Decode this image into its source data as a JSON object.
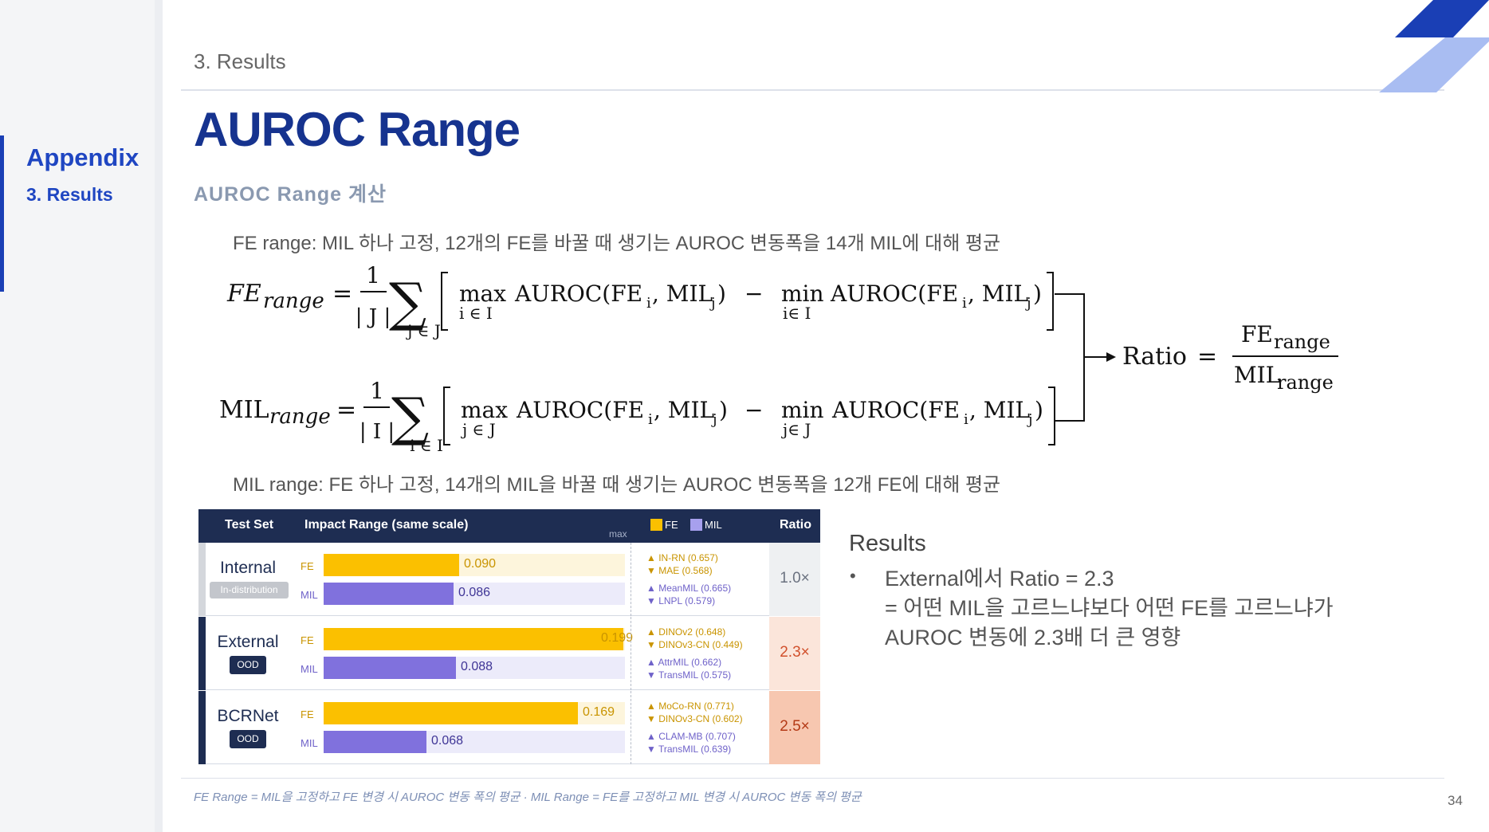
{
  "sidebar": {
    "title": "Appendix",
    "subtitle": "3. Results"
  },
  "header": {
    "section": "3. Results",
    "title": "AUROC Range",
    "subtitle": "AUROC Range 계산"
  },
  "colors": {
    "navy": "#1e2d52",
    "accent_blue": "#1f46c2",
    "fe": "#fbc000",
    "mil": "#8071dd",
    "lane_fe": "#fdf5dc",
    "lane_mil": "#ecebfa"
  },
  "descriptions": {
    "fe": "FE range: MIL 하나 고정, 12개의 FE를 바꿀 때 생기는 AUROC 변동폭을 14개 MIL에 대해 평균",
    "mil": "MIL range: FE 하나 고정, 14개의 MIL을 바꿀 때 생기는 AUROC 변동폭을 12개 FE에 대해 평균"
  },
  "formula": {
    "fe_lhs": "FE",
    "fe_sub": "range",
    "mil_lhs": "MIL",
    "mil_sub": "range",
    "one": "1",
    "card_J": "| J |",
    "card_I": "| I |",
    "sum_J": "j ∈ J",
    "sum_I": "i ∈ I",
    "max": "max",
    "min": "min",
    "idx_iI": "i ∈ I",
    "idx_iI2": "i∈ I",
    "idx_jJ": "j ∈ J",
    "idx_jJ2": "j∈ J",
    "auroc": "AUROC(FE",
    "mil_arg": ", MIL",
    "sub_i": "i",
    "sub_j": "j",
    "close": ")",
    "minus": "−",
    "equals": "=",
    "ratio": "Ratio",
    "num": "FE",
    "num_sub": "range",
    "den": "MIL",
    "den_sub": "range"
  },
  "table": {
    "headers": {
      "test_set": "Test Set",
      "impact": "Impact Range (same scale)",
      "max": "max",
      "legend_fe": "FE",
      "legend_mil": "MIL",
      "ratio": "Ratio"
    },
    "rows": [
      {
        "name": "Internal",
        "badge": "In-distribution",
        "fe_label": "FE",
        "mil_label": "MIL",
        "fe_value": 0.09,
        "fe_text": "0.090",
        "mil_value": 0.086,
        "mil_text": "0.086",
        "fe_best": "▲ IN-RN (0.657)",
        "fe_worst": "▼ MAE (0.568)",
        "mil_best": "▲ MeanMIL (0.665)",
        "mil_worst": "▼ LNPL (0.579)",
        "ratio": "1.0×",
        "ratio_bg": "#eef0f2",
        "ratio_color": "#6b7280",
        "accent": "#d4d7dc"
      },
      {
        "name": "External",
        "badge": "OOD",
        "fe_label": "FE",
        "mil_label": "MIL",
        "fe_value": 0.199,
        "fe_text": "0.199",
        "mil_value": 0.088,
        "mil_text": "0.088",
        "fe_best": "▲ DINOv2 (0.648)",
        "fe_worst": "▼ DINOv3-CN (0.449)",
        "mil_best": "▲ AttrMIL (0.662)",
        "mil_worst": "▼ TransMIL (0.575)",
        "ratio": "2.3×",
        "ratio_bg": "#fbe5da",
        "ratio_color": "#d1502c",
        "accent": "#1e2d52"
      },
      {
        "name": "BCRNet",
        "badge": "OOD",
        "fe_label": "FE",
        "mil_label": "MIL",
        "fe_value": 0.169,
        "fe_text": "0.169",
        "mil_value": 0.068,
        "mil_text": "0.068",
        "fe_best": "▲ MoCo-RN (0.771)",
        "fe_worst": "▼ DINOv3-CN (0.602)",
        "mil_best": "▲ CLAM-MB (0.707)",
        "mil_worst": "▼ TransMIL (0.639)",
        "ratio": "2.5×",
        "ratio_bg": "#f7c7b0",
        "ratio_color": "#b43a16",
        "accent": "#1e2d52"
      }
    ]
  },
  "results": {
    "title": "Results",
    "bullet": "•",
    "lines": [
      "External에서 Ratio = 2.3",
      "= 어떤 MIL을 고르느냐보다 어떤 FE를 고르느냐가",
      "AUROC 변동에 2.3배 더 큰 영향"
    ]
  },
  "footer": {
    "note": "FE Range = MIL을 고정하고 FE 변경 시 AUROC 변동 폭의 평균 · MIL Range = FE를 고정하고 MIL 변경 시 AUROC 변동 폭의 평균",
    "page": "34"
  }
}
